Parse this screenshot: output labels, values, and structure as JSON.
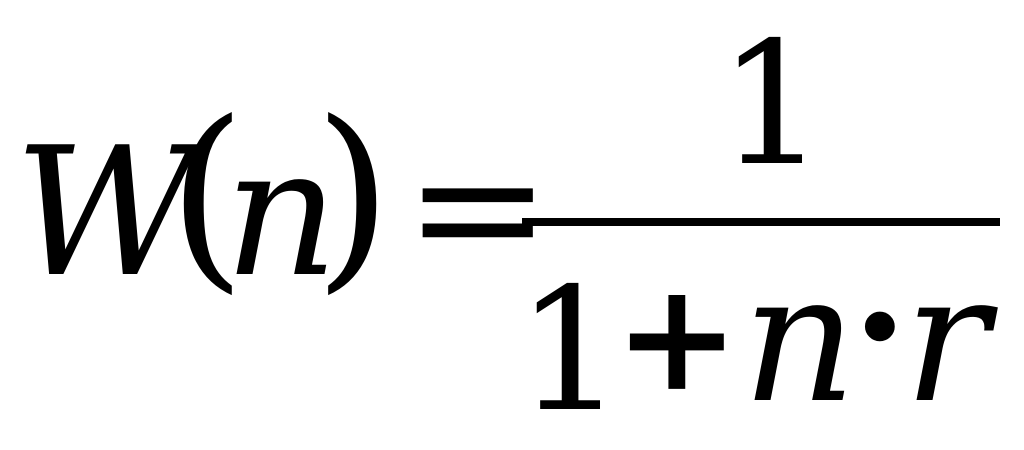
{
  "formula": {
    "lhs": {
      "function_name": "W",
      "open_paren": "(",
      "variable": "n",
      "close_paren": ")"
    },
    "relation": "=",
    "numerator": "1",
    "denominator": {
      "one": "1",
      "plus": "+",
      "variable_n": "n",
      "dot": "·",
      "variable_r": "r"
    }
  }
}
